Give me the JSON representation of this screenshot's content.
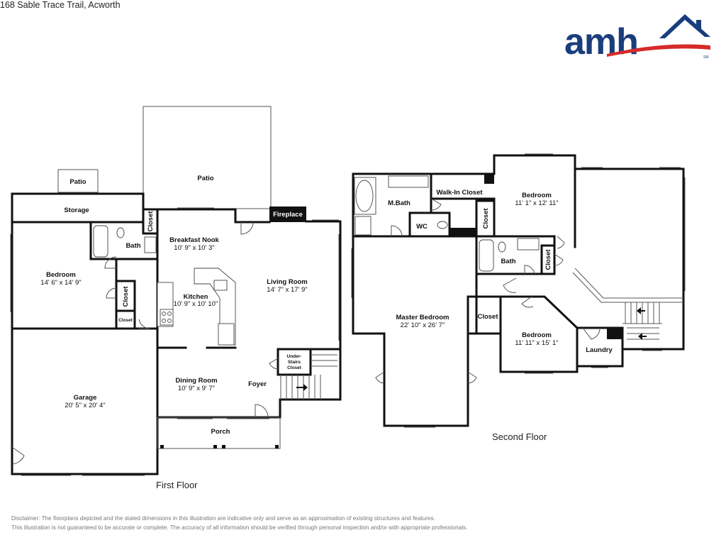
{
  "header": {
    "address": "168 Sable Trace Trail, Acworth",
    "logo_text": "amh",
    "logo_mark": "SM",
    "colors": {
      "logo_blue": "#1a3d7c",
      "logo_red": "#d62b2b"
    }
  },
  "first_floor": {
    "label": "First Floor",
    "rooms": {
      "patio_small": {
        "name": "Patio"
      },
      "patio_large": {
        "name": "Patio"
      },
      "storage": {
        "name": "Storage"
      },
      "bath": {
        "name": "Bath"
      },
      "closet_a": {
        "name": "Closet"
      },
      "breakfast_nook": {
        "name": "Breakfast Nook",
        "dims": "10' 9\" x 10' 3\""
      },
      "fireplace": {
        "name": "Fireplace"
      },
      "bedroom": {
        "name": "Bedroom",
        "dims": "14' 6\" x 14' 9\""
      },
      "closet_b": {
        "name": "Closet"
      },
      "closet_c": {
        "name": "Closet"
      },
      "kitchen": {
        "name": "Kitchen",
        "dims": "10' 9\" x 10' 10\""
      },
      "living_room": {
        "name": "Living Room",
        "dims": "14' 7\" x 17' 9\""
      },
      "under_stairs": {
        "line1": "Under-",
        "line2": "Stairs",
        "line3": "Closet"
      },
      "garage": {
        "name": "Garage",
        "dims": "20' 5\" x 20' 4\""
      },
      "dining_room": {
        "name": "Dining Room",
        "dims": "10' 9\" x 9' 7\""
      },
      "foyer": {
        "name": "Foyer"
      },
      "porch": {
        "name": "Porch"
      }
    }
  },
  "second_floor": {
    "label": "Second Floor",
    "rooms": {
      "master_bath": {
        "name": "M.Bath"
      },
      "walk_in_closet": {
        "name": "Walk-In Closet"
      },
      "wc": {
        "name": "WC"
      },
      "bedroom_a": {
        "name": "Bedroom",
        "dims": "11' 1\" x 12' 11\""
      },
      "closet_a": {
        "name": "Closet"
      },
      "bath": {
        "name": "Bath"
      },
      "closet_b": {
        "name": "Closet"
      },
      "master_bedroom": {
        "name": "Master Bedroom",
        "dims": "22' 10\" x 26' 7\""
      },
      "closet_c": {
        "name": "Closet"
      },
      "bedroom_b": {
        "name": "Bedroom",
        "dims": "11' 11\" x 15' 1\""
      },
      "laundry": {
        "name": "Laundry"
      }
    }
  },
  "disclaimer": {
    "line1": "Disclaimer: The floorplans depicted and the stated dimensions in this illustration are indicative only and serve as an approximation of existing structures and features.",
    "line2": "This illustration is not guaranteed to be accurate or complete. The accuracy of all information should be verified through personal inspection and/or with appropriate professionals."
  }
}
